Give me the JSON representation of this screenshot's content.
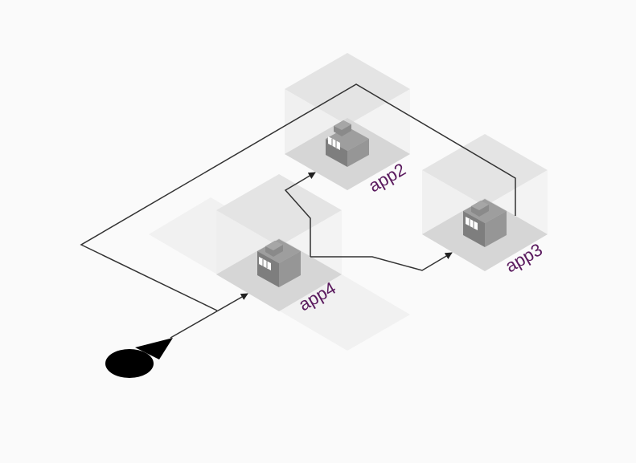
{
  "diagram": {
    "nodes": [
      {
        "id": "app2",
        "label": "app2"
      },
      {
        "id": "app3",
        "label": "app3"
      },
      {
        "id": "app4",
        "label": "app4"
      }
    ],
    "edges": [
      {
        "from": "start",
        "to": "app4"
      },
      {
        "from": "app4",
        "to": "app2"
      },
      {
        "from": "app2",
        "to": "app3"
      },
      {
        "from": "app3",
        "to": "app4"
      }
    ],
    "colors": {
      "background": "#fafafa",
      "label": "#5a1a5e",
      "edge": "#333333",
      "start": "#000000",
      "server": "#8c8c8c"
    }
  }
}
